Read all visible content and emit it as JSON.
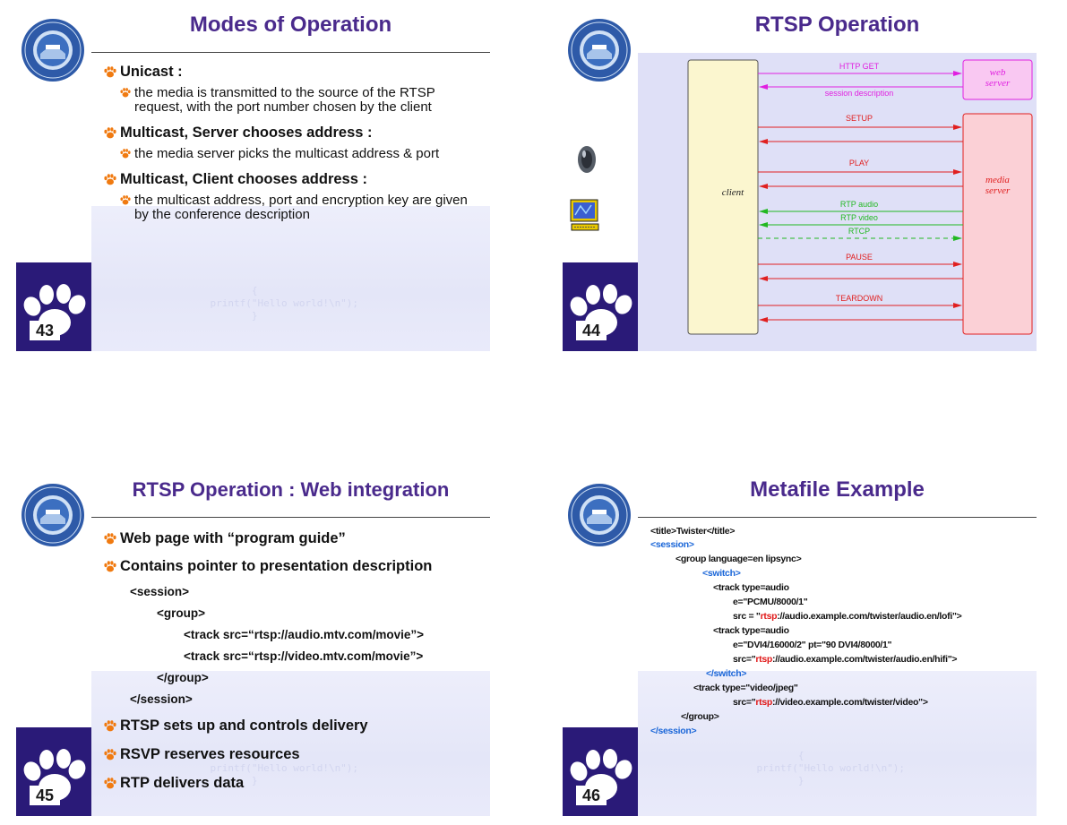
{
  "slides": [
    {
      "number": "43",
      "title": "Modes of Operation",
      "bullets": [
        {
          "heading": "Unicast :",
          "detail": "the media is transmitted to the source of the RTSP request, with the port number chosen by the client"
        },
        {
          "heading": "Multicast, Server chooses address :",
          "detail": "the media server picks the multicast address & port"
        },
        {
          "heading": "Multicast, Client chooses address :",
          "detail": "the multicast address, port and encryption key are given by the conference description"
        }
      ]
    },
    {
      "number": "44",
      "title": "RTSP Operation",
      "diagram": {
        "client_label": "client",
        "web_server_label": [
          "web",
          "server"
        ],
        "media_server_label": [
          "media",
          "server"
        ],
        "messages": {
          "http_get": "HTTP GET",
          "session_description": "session description",
          "setup": "SETUP",
          "play": "PLAY",
          "rtp_audio": "RTP audio",
          "rtp_video": "RTP video",
          "rtcp": "RTCP",
          "pause": "PAUSE",
          "teardown": "TEARDOWN"
        }
      }
    },
    {
      "number": "45",
      "title": "RTSP Operation : Web integration",
      "bullets_top": [
        "Web page with “program guide”",
        "Contains pointer to presentation description"
      ],
      "code": [
        "<session>",
        "<group>",
        "<track src=“rtsp://audio.mtv.com/movie”>",
        "<track src=“rtsp://video.mtv.com/movie”>",
        "</group>",
        "</session>"
      ],
      "bullets_bottom": [
        "RTSP sets up and controls delivery",
        "RSVP reserves resources",
        "RTP delivers data"
      ]
    },
    {
      "number": "46",
      "title": "Metafile Example",
      "metafile": {
        "l1": "<title>Twister</title>",
        "l2": "<session>",
        "l3": "<group language=en lipsync>",
        "l4": "<switch>",
        "l5": "<track type=audio",
        "l6": "e=\"PCMU/8000/1\"",
        "l7a": "src = \"",
        "l7b": "rtsp",
        "l7c": "://audio.example.com/twister/audio.en/lofi\">",
        "l8": "<track type=audio",
        "l9": "e=\"DVI4/16000/2\" pt=\"90 DVI4/8000/1\"",
        "l10a": "src=\"",
        "l10b": "rtsp",
        "l10c": "://audio.example.com/twister/audio.en/hifi\">",
        "l11": "</switch>",
        "l12": "<track type=\"video/jpeg\"",
        "l13a": "src=\"",
        "l13b": "rtsp",
        "l13c": "://video.example.com/twister/video\">",
        "l14": "</group>",
        "l15": "</session>"
      }
    }
  ],
  "colors": {
    "title": "#4a2a8c",
    "band": "#2a1a78",
    "request_arrow": "#e02020",
    "web_arrow": "#e020e0",
    "rtp_arrow": "#22b822",
    "link_blue": "#1a66d8",
    "rtsp_red": "#e01818"
  }
}
